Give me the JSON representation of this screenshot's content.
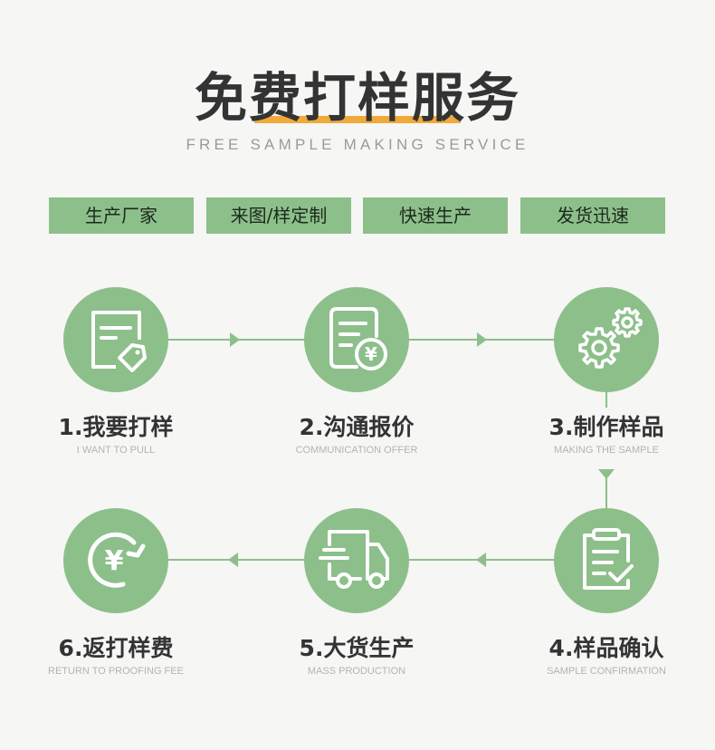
{
  "header": {
    "title": "免费打样服务",
    "subtitle": "FREE SAMPLE MAKING SERVICE",
    "underline_color": "#f0a93a"
  },
  "tags": [
    {
      "label": "生产厂家"
    },
    {
      "label": "来图/样定制"
    },
    {
      "label": "快速生产"
    },
    {
      "label": "发货迅速"
    }
  ],
  "steps": [
    {
      "title": "1.我要打样",
      "subtitle": "I WANT TO PULL",
      "icon": "document-tag-icon"
    },
    {
      "title": "2.沟通报价",
      "subtitle": "COMMUNICATION OFFER",
      "icon": "document-yen-icon"
    },
    {
      "title": "3.制作样品",
      "subtitle": "MAKING THE SAMPLE",
      "icon": "gears-icon"
    },
    {
      "title": "4.样品确认",
      "subtitle": "SAMPLE CONFIRMATION",
      "icon": "clipboard-check-icon"
    },
    {
      "title": "5.大货生产",
      "subtitle": "MASS PRODUCTION",
      "icon": "truck-icon"
    },
    {
      "title": "6.返打样费",
      "subtitle": "RETURN TO PROOFING FEE",
      "icon": "yen-refund-icon"
    }
  ],
  "colors": {
    "accent_green": "#8dbf8b",
    "accent_orange": "#f0a93a",
    "text_dark": "#333333",
    "text_muted": "#b4b4b4",
    "background": "#f6f6f4"
  }
}
